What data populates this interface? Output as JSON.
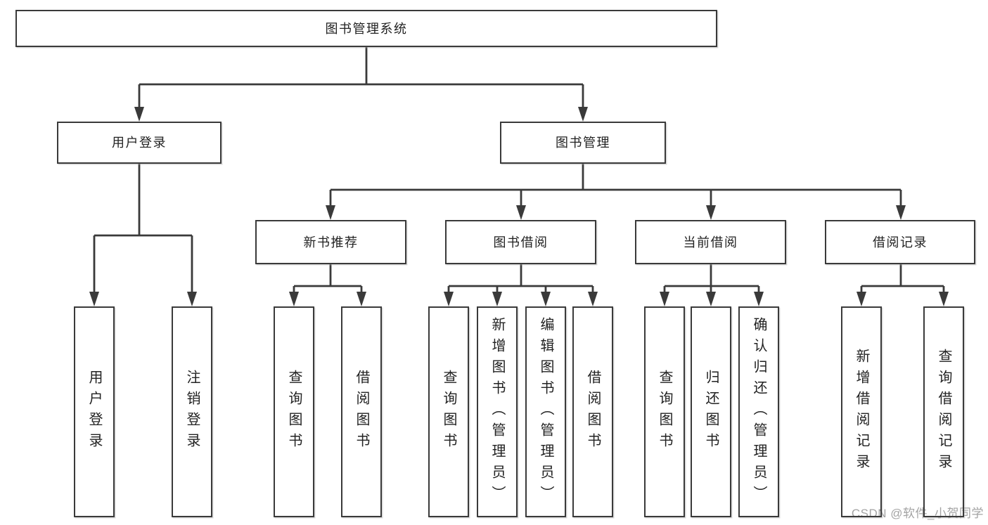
{
  "colors": {
    "line": "#3a3a3a",
    "border": "#3a3a3a",
    "text": "#222222",
    "watermark": "#a3a3a3",
    "bg": "#ffffff"
  },
  "watermark": {
    "text": "CSDN @软件_小贺同学"
  },
  "tree": {
    "root": {
      "label": "图书管理系统"
    },
    "branches": [
      {
        "label": "用户登录",
        "children": [
          {
            "label": "用户登录"
          },
          {
            "label": "注销登录"
          }
        ]
      },
      {
        "label": "图书管理",
        "children": [
          {
            "label": "新书推荐",
            "children": [
              {
                "label": "查询图书"
              },
              {
                "label": "借阅图书"
              }
            ]
          },
          {
            "label": "图书借阅",
            "children": [
              {
                "label": "查询图书"
              },
              {
                "label": "新增图书（管理员）"
              },
              {
                "label": "编辑图书（管理员）"
              },
              {
                "label": "借阅图书"
              }
            ]
          },
          {
            "label": "当前借阅",
            "children": [
              {
                "label": "查询图书"
              },
              {
                "label": "归还图书"
              },
              {
                "label": "确认归还（管理员）"
              }
            ]
          },
          {
            "label": "借阅记录",
            "children": [
              {
                "label": "新增借阅记录"
              },
              {
                "label": "查询借阅记录"
              }
            ]
          }
        ]
      }
    ]
  }
}
